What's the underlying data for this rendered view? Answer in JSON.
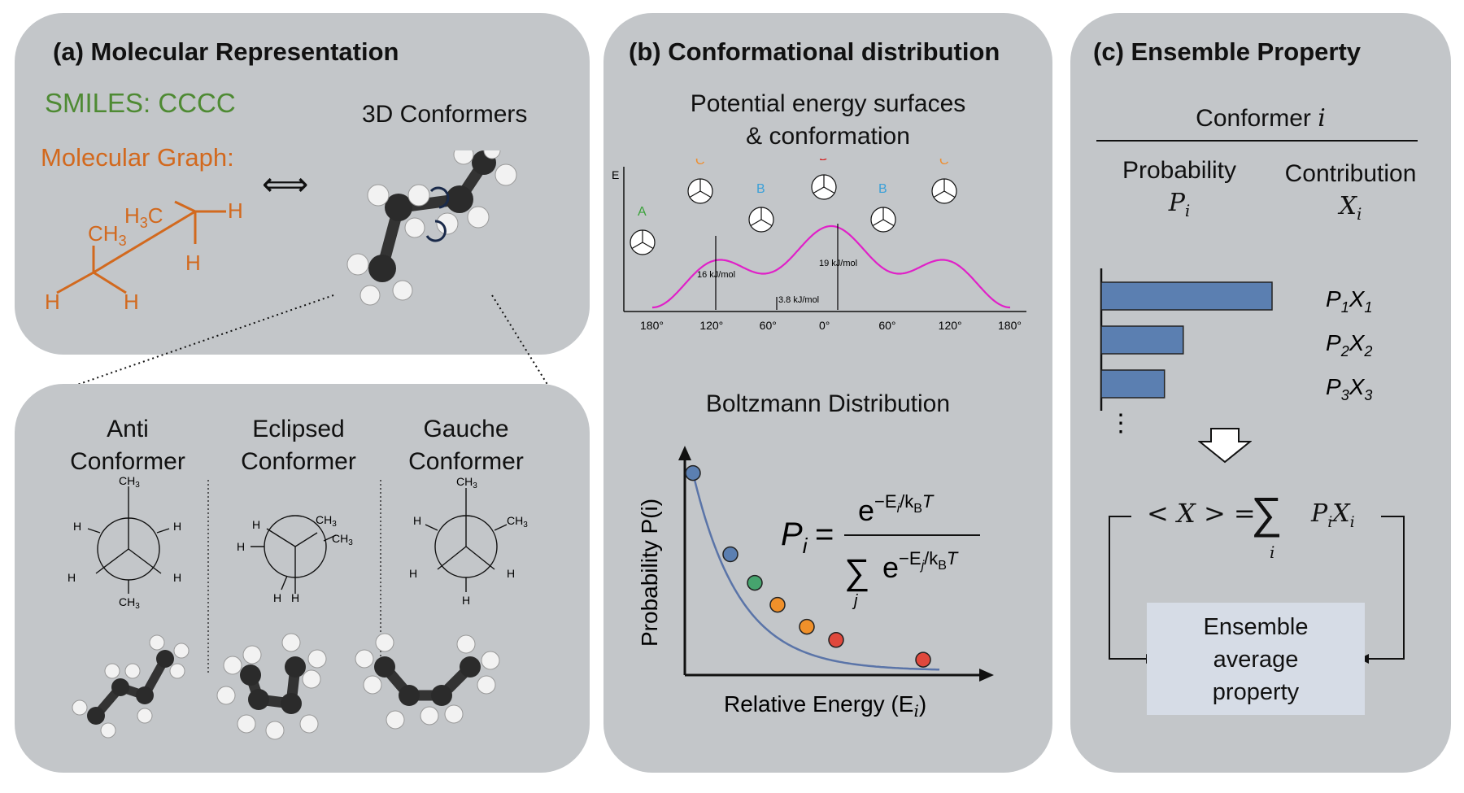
{
  "panel_a": {
    "title": "(a) Molecular Representation",
    "smiles": "SMILES: CCCC",
    "graph_label": "Molecular Graph:",
    "conformers_label": "3D Conformers",
    "equiv_symbol": "⟺",
    "graph_atoms": {
      "ch3_a": "CH",
      "ch3_a_sub": "3",
      "ch3_b_pre": "H",
      "ch3_b_sub": "3",
      "ch3_b_post": "C",
      "h": "H"
    },
    "colors": {
      "smiles": "#4e8a33",
      "graph": "#d2691e"
    }
  },
  "panel_a_lower": {
    "anti_line1": "Anti",
    "anti_line2": "Conformer",
    "eclipsed_line1": "Eclipsed",
    "eclipsed_line2": "Conformer",
    "gauche_line1": "Gauche",
    "gauche_line2": "Conformer",
    "atom_ch3": "CH",
    "atom_ch3_sub": "3",
    "atom_h": "H"
  },
  "panel_b": {
    "title": "(b) Conformational distribution",
    "pes_line1": "Potential energy surfaces",
    "pes_line2": "& conformation",
    "axis_e": "E",
    "x_ticks": [
      "180°",
      "120°",
      "60°",
      "0°",
      "60°",
      "120°",
      "180°"
    ],
    "labels": [
      "A",
      "C",
      "B",
      "D",
      "B",
      "C"
    ],
    "barrier1": "16 kJ/mol",
    "barrier2": "3.8 kJ/mol",
    "barrier3": "19 kJ/mol",
    "boltzmann_title": "Boltzmann Distribution",
    "y_axis": "Probability P(i)",
    "x_axis": "Relative Energy (E",
    "x_axis_sub": "i",
    "x_axis_end": ")",
    "formula_lhs": "P",
    "formula_lhs_sub": "i",
    "formula_eq": "=",
    "formula_num": "e",
    "formula_num_sup": "−E",
    "formula_num_sup_i": "i",
    "formula_num_sup_tail": "/k",
    "formula_num_sup_b": "B",
    "formula_num_sup_t": "T",
    "formula_den_sigma": "∑",
    "formula_den_j": "j",
    "formula_den_e": "e",
    "formula_den_sup": "−E",
    "formula_den_sup_j": "j",
    "formula_den_sup_tail": "/k",
    "formula_den_sup_b": "B",
    "formula_den_sup_t": "T",
    "colors": {
      "curve": "#e020c8",
      "fit": "#5a74a8"
    }
  },
  "panel_c": {
    "title": "(c) Ensemble Property",
    "conformer_label": "Conformer",
    "conformer_var": "i",
    "probability_label": "Probability",
    "probability_var": "P",
    "probability_sub": "i",
    "contribution_label": "Contribution",
    "contribution_var": "X",
    "contribution_sub": "i",
    "bars": [
      {
        "p": "P",
        "ps": "1",
        "x": "X",
        "xs": "1",
        "value": 1.0
      },
      {
        "p": "P",
        "ps": "2",
        "x": "X",
        "xs": "2",
        "value": 0.48
      },
      {
        "p": "P",
        "ps": "3",
        "x": "X",
        "xs": "3",
        "value": 0.37
      }
    ],
    "ellipsis": "⋮",
    "sum_lhs": "< X > =",
    "sum_sigma": "∑",
    "sum_index": "i",
    "sum_term_p": "P",
    "sum_term_ps": "i",
    "sum_term_x": "X",
    "sum_term_xs": "i",
    "ensemble_line1": "Ensemble",
    "ensemble_line2": "average",
    "ensemble_line3": "property",
    "colors": {
      "bar": "#5b7fb1",
      "box": "#d6dce6"
    }
  }
}
